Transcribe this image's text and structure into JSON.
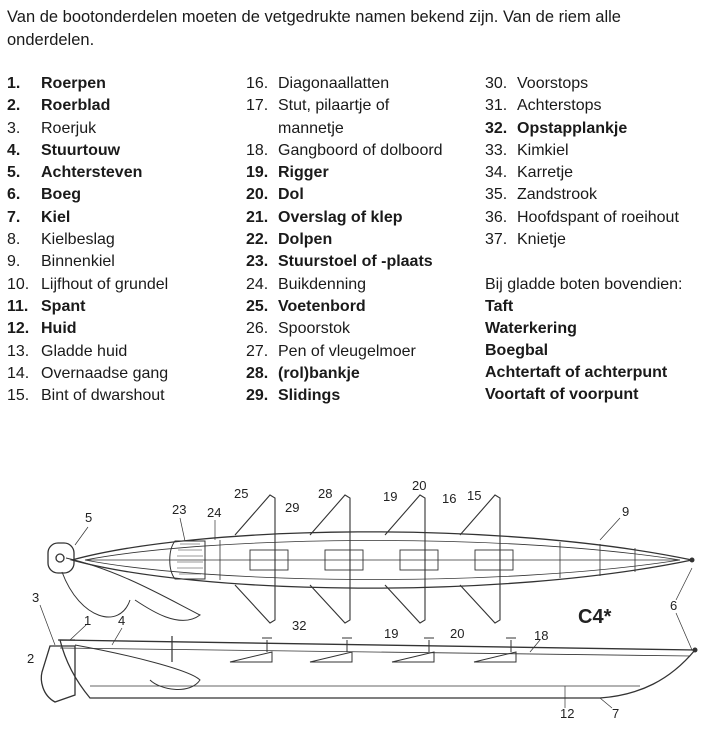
{
  "intro": "Van de bootonderdelen moeten de vetgedrukte namen bekend zijn. Van de riem alle onderdelen.",
  "columns": [
    [
      {
        "num": "1.",
        "label": "Roerpen",
        "bold": true
      },
      {
        "num": "2.",
        "label": "Roerblad",
        "bold": true
      },
      {
        "num": "3.",
        "label": "Roerjuk",
        "bold": false
      },
      {
        "num": "4.",
        "label": "Stuurtouw",
        "bold": true
      },
      {
        "num": "5.",
        "label": "Achtersteven",
        "bold": true
      },
      {
        "num": "6.",
        "label": "Boeg",
        "bold": true
      },
      {
        "num": "7.",
        "label": "Kiel",
        "bold": true
      },
      {
        "num": "8.",
        "label": "Kielbeslag",
        "bold": false
      },
      {
        "num": "9.",
        "label": "Binnenkiel",
        "bold": false
      },
      {
        "num": "10.",
        "label": "Lijfhout of grundel",
        "bold": false
      },
      {
        "num": "11.",
        "label": "Spant",
        "bold": true
      },
      {
        "num": "12.",
        "label": "Huid",
        "bold": true
      },
      {
        "num": "13.",
        "label": "Gladde huid",
        "bold": false
      },
      {
        "num": "14.",
        "label": "Overnaadse gang",
        "bold": false
      },
      {
        "num": "15.",
        "label": "Bint of dwarshout",
        "bold": false
      }
    ],
    [
      {
        "num": "16.",
        "label": "Diagonaallatten",
        "bold": false
      },
      {
        "num": "17.",
        "label": "Stut, pilaartje of",
        "bold": false
      },
      {
        "num": "",
        "label": "mannetje",
        "bold": false
      },
      {
        "num": "18.",
        "label": "Gangboord of dolboord",
        "bold": false
      },
      {
        "num": "19.",
        "label": "Rigger",
        "bold": true
      },
      {
        "num": "20.",
        "label": "Dol",
        "bold": true
      },
      {
        "num": "21.",
        "label": "Overslag of klep",
        "bold": true
      },
      {
        "num": "22.",
        "label": "Dolpen",
        "bold": true
      },
      {
        "num": "23.",
        "label": "Stuurstoel of -plaats",
        "bold": true
      },
      {
        "num": "24.",
        "label": "Buikdenning",
        "bold": false
      },
      {
        "num": "25.",
        "label": "Voetenbord",
        "bold": true
      },
      {
        "num": "26.",
        "label": "Spoorstok",
        "bold": false
      },
      {
        "num": "27.",
        "label": "Pen of vleugelmoer",
        "bold": false
      },
      {
        "num": "28.",
        "label": "(rol)bankje",
        "bold": true
      },
      {
        "num": "29.",
        "label": "Slidings",
        "bold": true
      }
    ],
    [
      {
        "num": "30.",
        "label": "Voorstops",
        "bold": false
      },
      {
        "num": "31.",
        "label": "Achterstops",
        "bold": false
      },
      {
        "num": "32.",
        "label": "Opstapplankje",
        "bold": true
      },
      {
        "num": "33.",
        "label": "Kimkiel",
        "bold": false
      },
      {
        "num": "34.",
        "label": "Karretje",
        "bold": false
      },
      {
        "num": "35.",
        "label": "Zandstrook",
        "bold": false
      },
      {
        "num": "36.",
        "label": "Hoofdspant of roeihout",
        "bold": false
      },
      {
        "num": "37.",
        "label": "Knietje",
        "bold": false
      }
    ]
  ],
  "extras_intro": "Bij gladde boten bovendien:",
  "extras": [
    "Taft",
    "Waterkering",
    "Boegbal",
    "Achtertaft of achterpunt",
    "Voortaft of voorpunt"
  ],
  "diagram": {
    "model_label": "C4*",
    "callouts": [
      "1",
      "2",
      "3",
      "4",
      "5",
      "6",
      "7",
      "9",
      "12",
      "15",
      "16",
      "18",
      "19",
      "19",
      "20",
      "20",
      "23",
      "24",
      "25",
      "28",
      "29",
      "32"
    ]
  }
}
